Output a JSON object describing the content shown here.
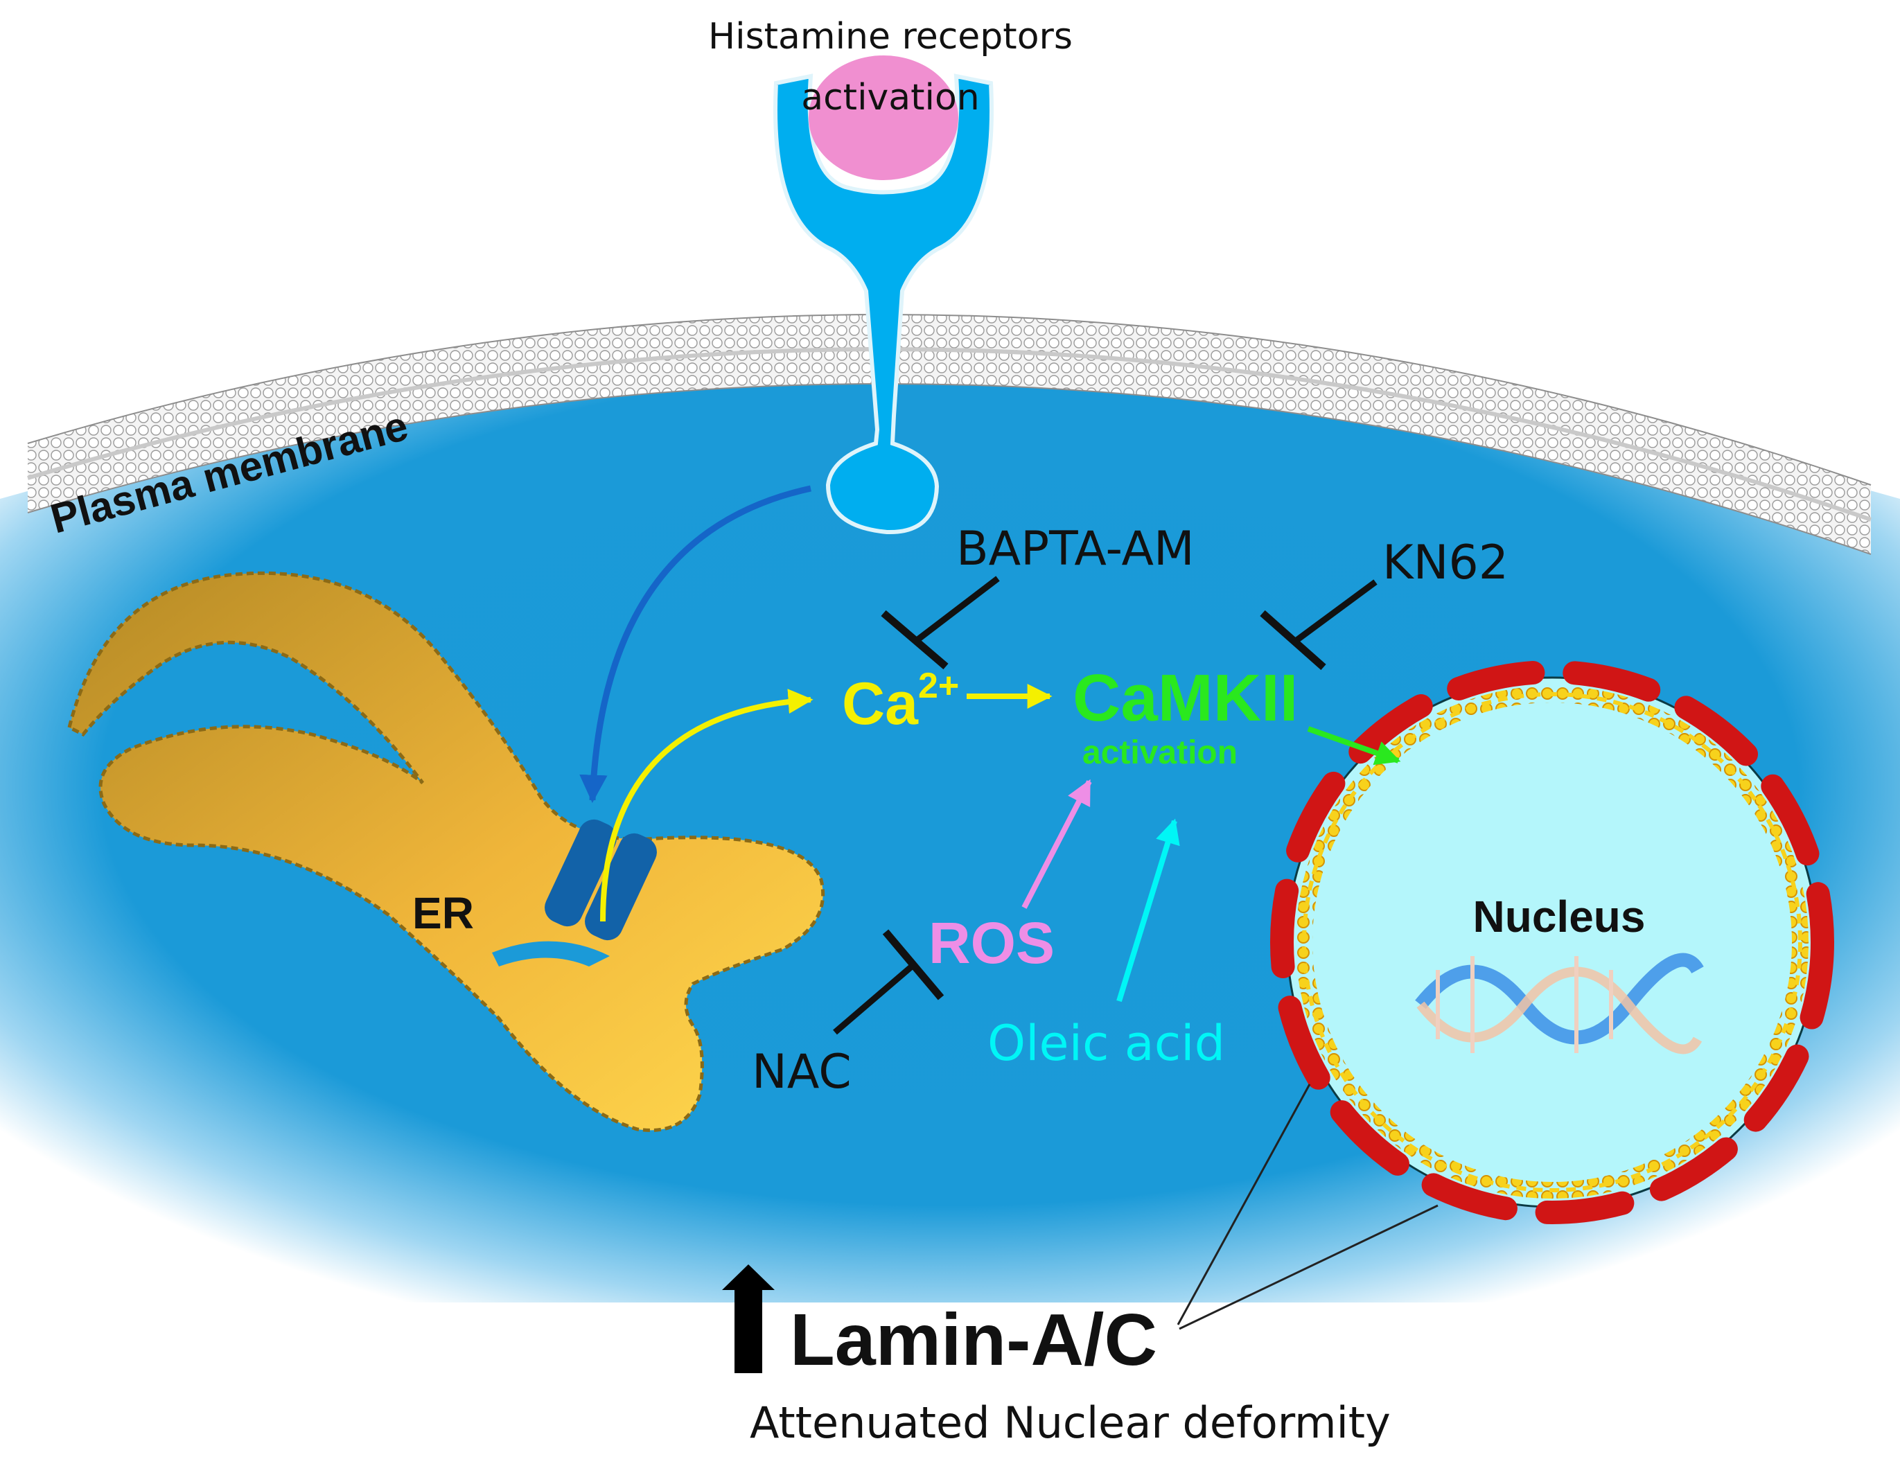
{
  "receptor": {
    "label_line1": "Histamine receptors",
    "label_line2": "activation"
  },
  "membrane": {
    "label": "Plasma membrane"
  },
  "organelles": {
    "er_label": "ER",
    "nucleus_label": "Nucleus"
  },
  "pathway": {
    "ca_base": "Ca",
    "ca_sup": "2+",
    "camkii": "CaMKII",
    "camkii_sub": "activation",
    "ros": "ROS",
    "oleic_acid": "Oleic acid"
  },
  "inhibitors": {
    "bapta": "BAPTA-AM",
    "kn62": "KN62",
    "nac": "NAC"
  },
  "outcome": {
    "lamin": "Lamin-A/C",
    "effect": "Attenuated Nuclear deformity"
  },
  "colors": {
    "cytoplasm": "#1a9ad8",
    "receptor": "#00aeef",
    "ligand": "#f08fd0",
    "er": "#f2b838",
    "nucleus_fill": "#b4f6fb",
    "lamin_red": "#d01515",
    "lamin_yellow": "#f7d21c",
    "ca_yellow": "#f4f000",
    "camkii_green": "#2ae81e",
    "ros_pink": "#ee8ee6",
    "oleic_cyan": "#00f6f6",
    "channel": "#1262a8"
  }
}
